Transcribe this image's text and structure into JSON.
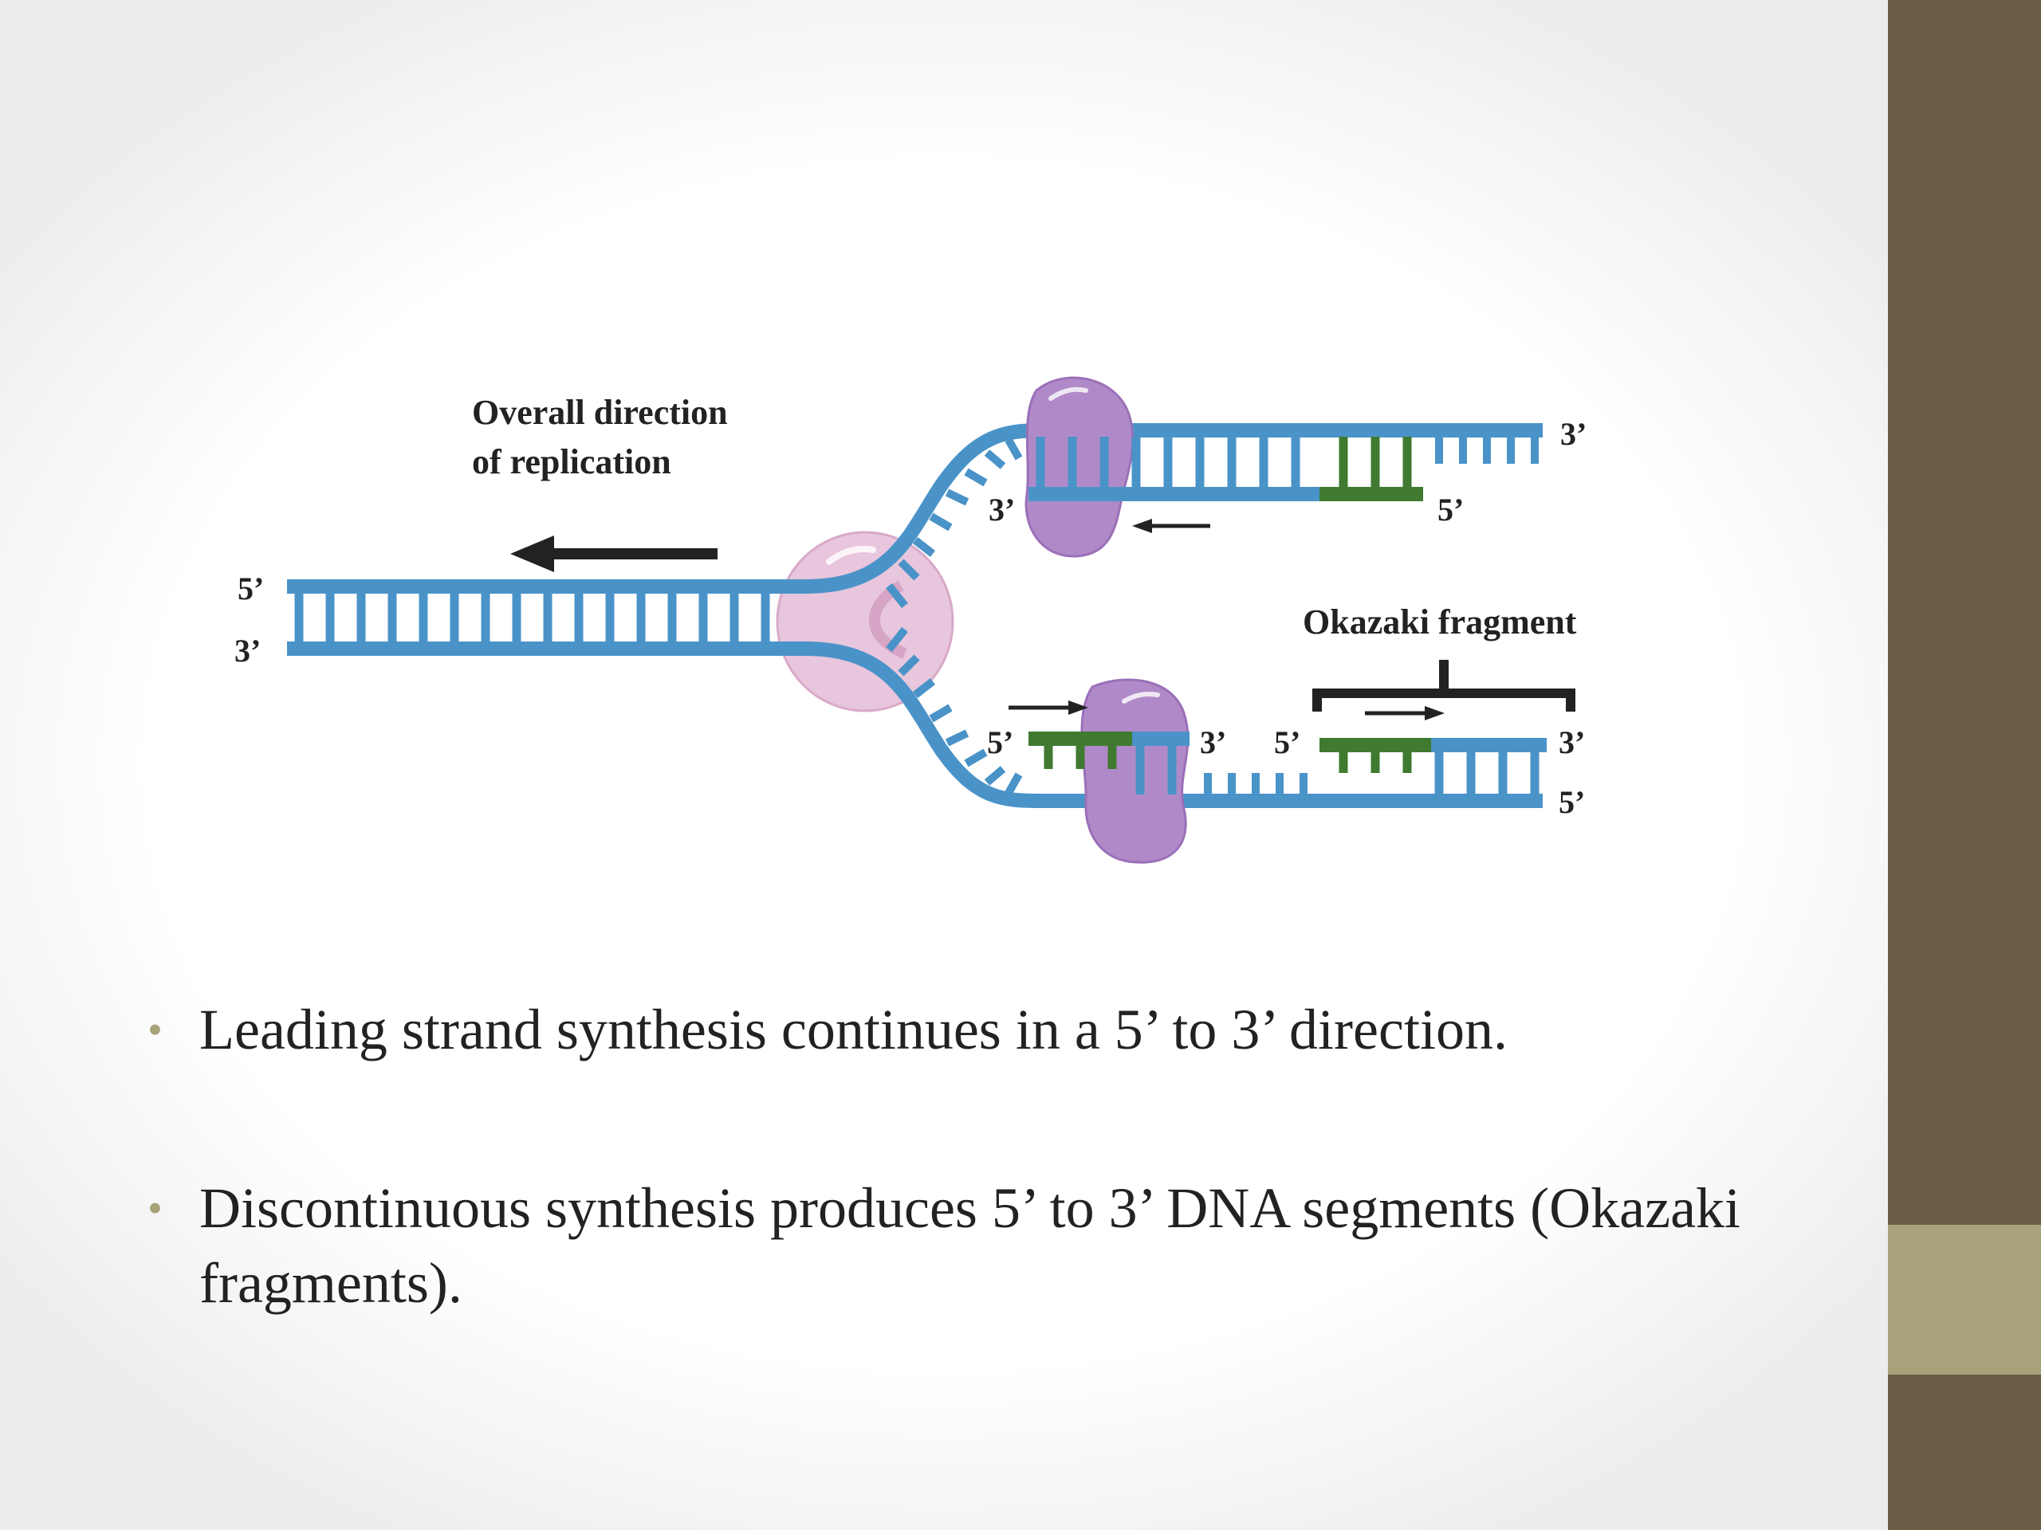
{
  "diagram": {
    "direction_label": [
      "Overall direction",
      "of replication"
    ],
    "okazaki_label": "Okazaki fragment",
    "end_labels": {
      "left_top": "5’",
      "left_bottom": "3’",
      "upper_right": "3’",
      "upper_inner_3": "3’",
      "upper_inner_5": "5’",
      "lower_a_5": "5’",
      "lower_a_3": "3’",
      "lower_b_5": "5’",
      "lower_b_3": "3’",
      "lower_right": "5’"
    },
    "colors": {
      "dna_strand": "#4a93c8",
      "rna_primer": "#3f7a30",
      "helicase": "#e8c6dd",
      "polymerase": "#b08ac8",
      "arrow": "#222222"
    }
  },
  "bullets": [
    "Leading strand synthesis continues in a 5’ to 3’ direction.",
    "Discontinuous synthesis produces 5’ to 3’ DNA segments (Okazaki fragments)."
  ],
  "theme": {
    "sidebar_color": "#6a5d45",
    "accent_color": "#a8a27b"
  }
}
